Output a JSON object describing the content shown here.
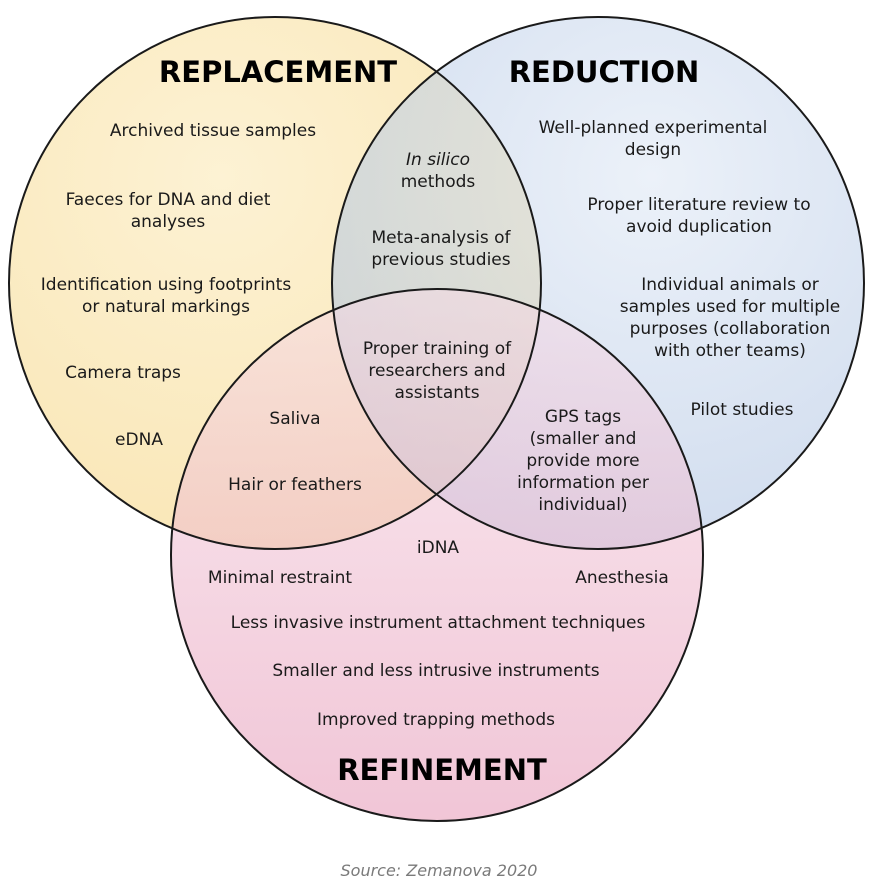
{
  "colors": {
    "replacement": "#f4d27a",
    "reduction": "#a9bfe0",
    "refinement": "#e596b5",
    "outline": "#1a1a1a"
  },
  "titles": {
    "replacement": "REPLACEMENT",
    "reduction": "REDUCTION",
    "refinement": "REFINEMENT"
  },
  "replacement_only": [
    "Archived tissue samples",
    [
      "Faeces for DNA and diet",
      "analyses"
    ],
    [
      "Identification using footprints",
      "or natural markings"
    ],
    "Camera traps",
    "eDNA"
  ],
  "reduction_only": [
    [
      "Well-planned experimental",
      "design"
    ],
    [
      "Proper literature review to",
      "avoid duplication"
    ],
    [
      "Individual animals or",
      "samples used for multiple",
      "purposes (collaboration",
      "with other teams)"
    ],
    "Pilot studies"
  ],
  "replacement_reduction": {
    "in_silico_italic": "In silico",
    "in_silico_rest": "methods",
    "meta": [
      "Meta-analysis of",
      "previous studies"
    ]
  },
  "all_three": [
    "Proper training of",
    "researchers and",
    "assistants"
  ],
  "replacement_refinement": [
    "Saliva",
    "Hair or feathers"
  ],
  "reduction_refinement": [
    "GPS tags",
    "(smaller and",
    "provide more",
    "information per",
    "individual)"
  ],
  "refinement_only": {
    "idna": "iDNA",
    "minimal_restraint": "Minimal restraint",
    "anesthesia": "Anesthesia",
    "attachment": "Less invasive instrument attachment techniques",
    "smaller": "Smaller and less intrusive instruments",
    "trapping": "Improved trapping methods"
  },
  "source": "Source: Zemanova 2020"
}
